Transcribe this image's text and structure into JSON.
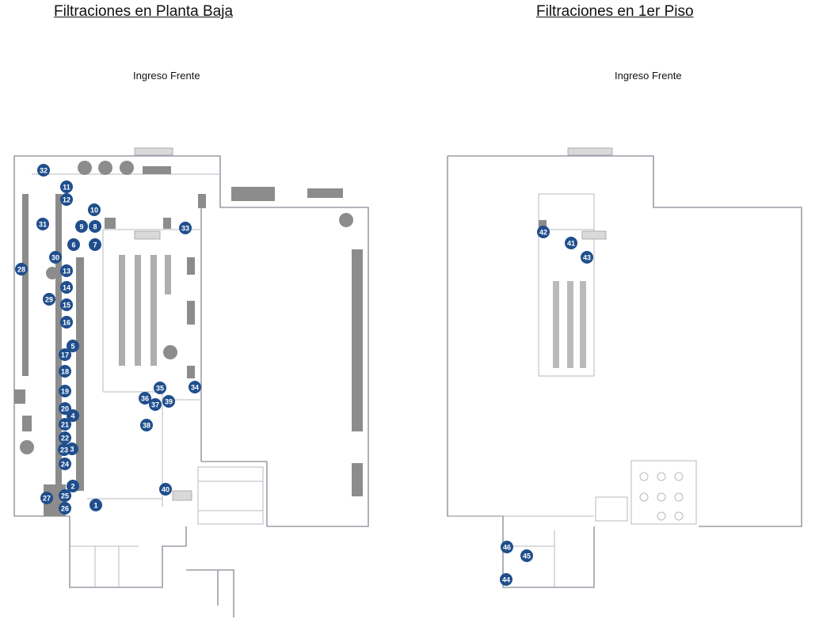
{
  "left_plan": {
    "title": "Filtraciones en Planta Baja",
    "entrance_label": "Ingreso Frente",
    "markers": [
      "1",
      "2",
      "3",
      "4",
      "5",
      "6",
      "7",
      "8",
      "9",
      "10",
      "11",
      "12",
      "13",
      "14",
      "15",
      "16",
      "17",
      "18",
      "19",
      "20",
      "21",
      "22",
      "23",
      "24",
      "25",
      "26",
      "27",
      "28",
      "29",
      "30",
      "31",
      "32",
      "33",
      "34",
      "35",
      "36",
      "37",
      "38",
      "39",
      "40"
    ]
  },
  "right_plan": {
    "title": "Filtraciones en 1er Piso",
    "entrance_label": "Ingreso Frente",
    "markers": [
      "41",
      "42",
      "43",
      "44",
      "45",
      "46"
    ]
  },
  "colors": {
    "marker": "#1f4e8c",
    "wall": "#9a9ea6",
    "block": "#8c8c8c"
  }
}
